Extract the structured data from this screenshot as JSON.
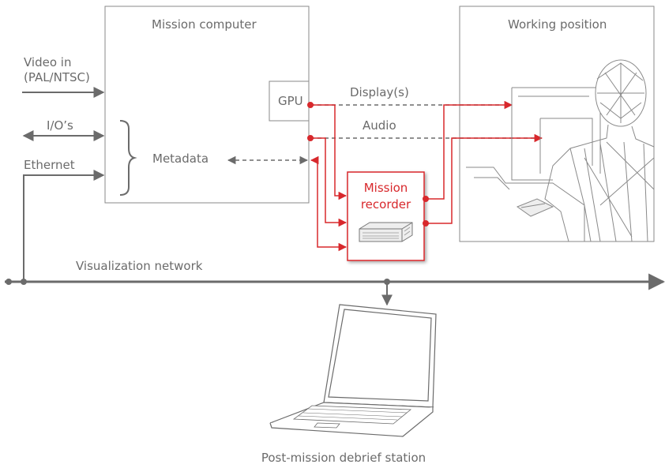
{
  "diagram": {
    "mission_computer": {
      "title": "Mission computer",
      "gpu": "GPU",
      "metadata": "Metadata"
    },
    "working_position": {
      "title": "Working position"
    },
    "inputs": {
      "video_in_line1": "Video in",
      "video_in_line2": "(PAL/NTSC)",
      "ios": "I/O’s",
      "ethernet": "Ethernet"
    },
    "signals": {
      "displays": "Display(s)",
      "audio": "Audio"
    },
    "mission_recorder": {
      "line1": "Mission",
      "line2": "recorder"
    },
    "network": {
      "label": "Visualization network"
    },
    "debrief": {
      "label": "Post-mission debrief station"
    },
    "colors": {
      "line_gray": "#6b6b6b",
      "accent_red": "#d8282c",
      "box_border": "#8a8a8a"
    }
  }
}
